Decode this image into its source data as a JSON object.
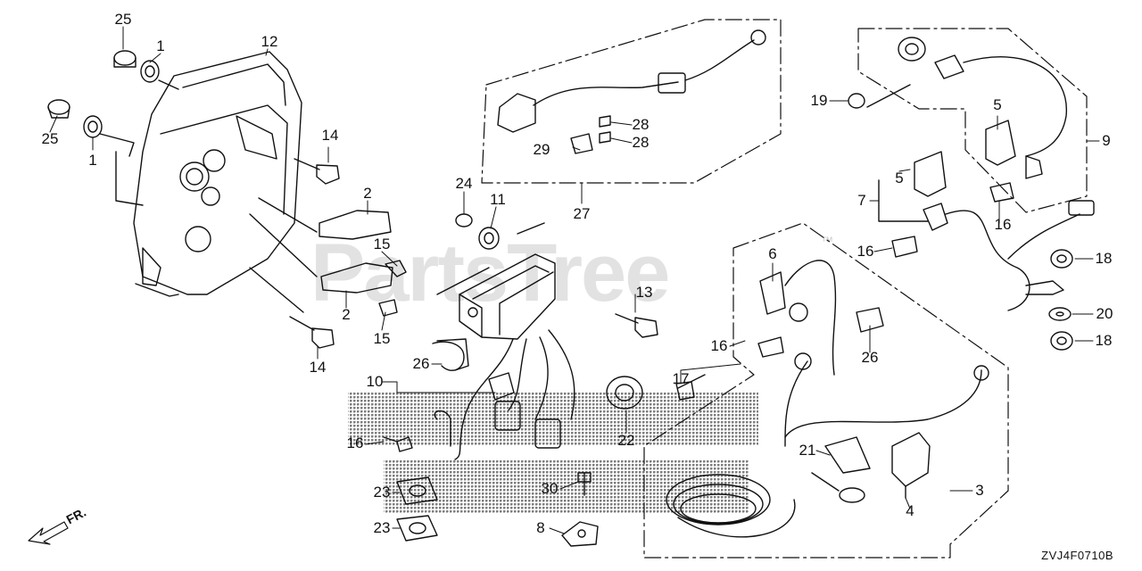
{
  "diagram_code": "ZVJ4F0710B",
  "direction_label": "FR.",
  "watermark": "PartsTree",
  "watermark_tm": "™",
  "callouts": [
    "25",
    "1",
    "12",
    "25",
    "1",
    "14",
    "2",
    "15",
    "2",
    "15",
    "14",
    "24",
    "11",
    "13",
    "10",
    "26",
    "16",
    "22",
    "17",
    "16",
    "26",
    "23",
    "30",
    "23",
    "8",
    "27",
    "28",
    "29",
    "28",
    "19",
    "5",
    "9",
    "5",
    "7",
    "16",
    "16",
    "18",
    "6",
    "20",
    "18",
    "21",
    "3",
    "4"
  ]
}
